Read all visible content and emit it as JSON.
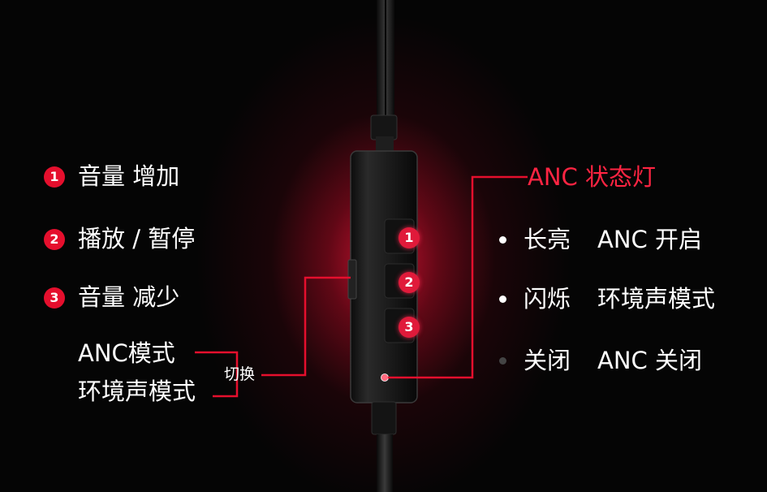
{
  "functions": [
    {
      "num": "1",
      "label": "音量 增加"
    },
    {
      "num": "2",
      "label": "播放 / 暂停"
    },
    {
      "num": "3",
      "label": "音量 减少"
    }
  ],
  "mode_switch": {
    "line1": "ANC模式",
    "line2": "环境声模式",
    "action": "切换"
  },
  "control_buttons": [
    "1",
    "2",
    "3"
  ],
  "anc_indicator": {
    "title": "ANC 状态灯",
    "states": [
      {
        "light": "长亮",
        "meaning": "ANC 开启",
        "dot_color": "#ffffff"
      },
      {
        "light": "闪烁",
        "meaning": "环境声模式",
        "dot_color": "#ffffff"
      },
      {
        "light": "关闭",
        "meaning": "ANC 关闭",
        "dot_color": "#444444"
      }
    ]
  },
  "colors": {
    "accent": "#e50f2d",
    "background": "#050505",
    "text": "#ffffff"
  }
}
